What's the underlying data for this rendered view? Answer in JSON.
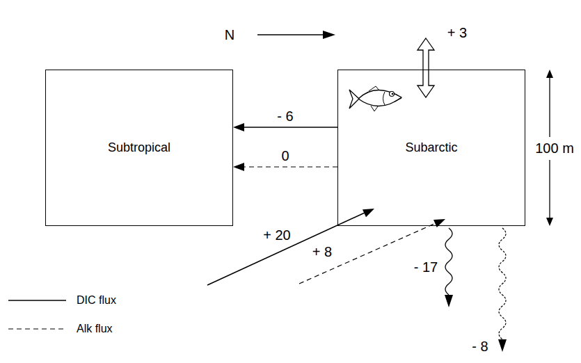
{
  "diagram": {
    "nodes": [
      {
        "text": [
          "Subtropical"
        ]
      },
      {
        "text": [
          "Subarctic"
        ]
      }
    ],
    "edges": [
      {
        "from": 1,
        "to": 0,
        "arrow": "to",
        "label": "- 6"
      },
      {
        "from": 1,
        "to": 0,
        "arrow": "to",
        "label": "0"
      }
    ],
    "labels": [
      "N",
      "+ 3",
      "100 m",
      "+ 20",
      "+ 8",
      "- 17",
      "- 8"
    ],
    "legend": [
      {
        "text": "DIC flux"
      },
      {
        "text": "Alk flux"
      }
    ]
  }
}
